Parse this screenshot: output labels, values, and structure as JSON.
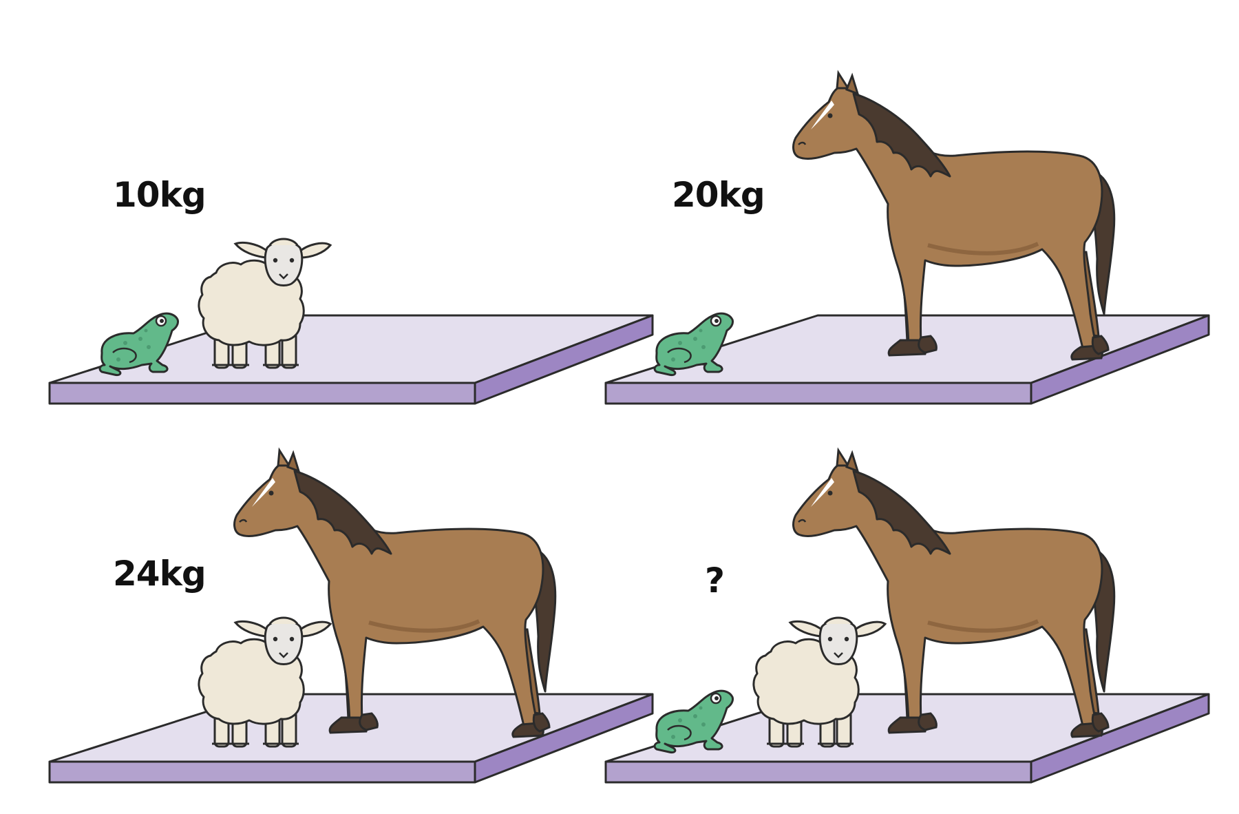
{
  "colors": {
    "platform_top": "#e4dfee",
    "platform_front": "#b3a2ce",
    "platform_side": "#9d86c3",
    "outline": "#2b2b2b",
    "frog": "#62b98a",
    "sheep_wool": "#efe8d8",
    "sheep_face": "#e9e7e4",
    "horse_body": "#a87d52",
    "horse_mane": "#4a3a2f"
  },
  "panels": [
    {
      "label": "10kg",
      "animals": [
        "frog-icon",
        "sheep-icon"
      ]
    },
    {
      "label": "20kg",
      "animals": [
        "frog-icon",
        "horse-icon"
      ]
    },
    {
      "label": "24kg",
      "animals": [
        "sheep-icon",
        "horse-icon"
      ]
    },
    {
      "label": "?",
      "animals": [
        "frog-icon",
        "sheep-icon",
        "horse-icon"
      ]
    }
  ]
}
